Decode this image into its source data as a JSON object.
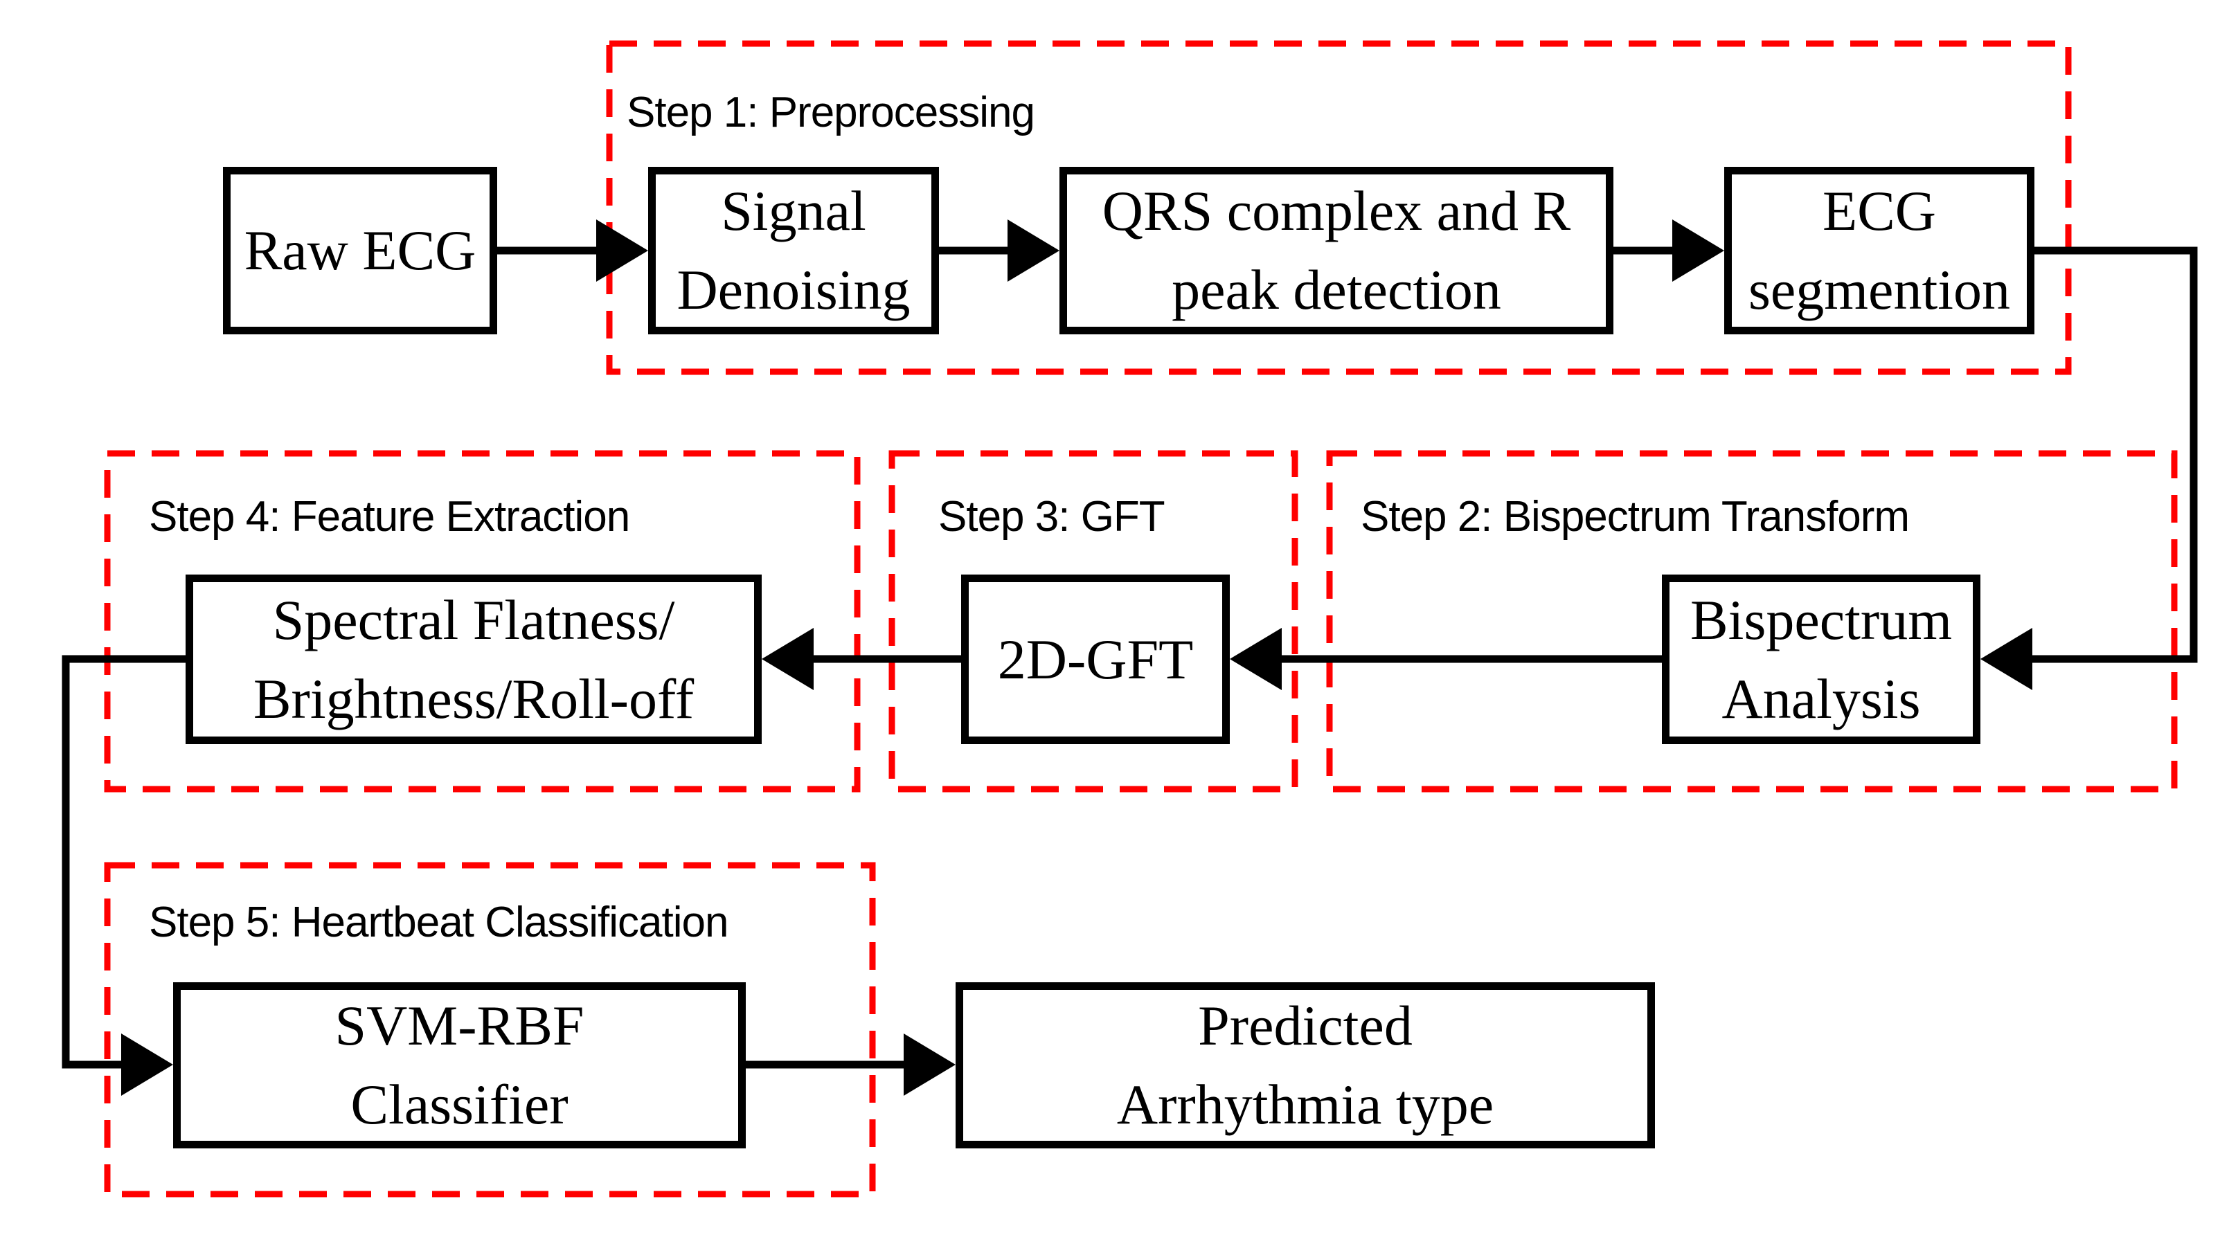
{
  "colors": {
    "background": "#ffffff",
    "box_border": "#000000",
    "dashed_border": "#ff0000",
    "text": "#000000"
  },
  "groups": {
    "step1": {
      "label": "Step 1: Preprocessing"
    },
    "step2": {
      "label": "Step 2: Bispectrum Transform"
    },
    "step3": {
      "label": "Step 3: GFT"
    },
    "step4": {
      "label": "Step 4: Feature Extraction"
    },
    "step5": {
      "label": "Step 5: Heartbeat Classification"
    }
  },
  "nodes": {
    "raw_ecg": {
      "lines": [
        "Raw ECG"
      ]
    },
    "signal_denoising": {
      "lines": [
        "Signal",
        "Denoising"
      ]
    },
    "qrs_detection": {
      "lines": [
        "QRS complex and R",
        "peak detection"
      ]
    },
    "ecg_segmention": {
      "lines": [
        "ECG",
        "segmention"
      ]
    },
    "spectral_features": {
      "lines": [
        "Spectral Flatness/",
        "Brightness/Roll-off"
      ]
    },
    "gft_2d": {
      "lines": [
        "2D-GFT"
      ]
    },
    "bispectrum_analysis": {
      "lines": [
        "Bispectrum",
        "Analysis"
      ]
    },
    "svm_rbf_classifier": {
      "lines": [
        "SVM-RBF",
        "Classifier"
      ]
    },
    "predicted_arrhythmia": {
      "lines": [
        "Predicted",
        "Arrhythmia type"
      ]
    }
  },
  "edges": [
    {
      "from": "raw_ecg",
      "to": "signal_denoising"
    },
    {
      "from": "signal_denoising",
      "to": "qrs_detection"
    },
    {
      "from": "qrs_detection",
      "to": "ecg_segmention"
    },
    {
      "from": "ecg_segmention",
      "to": "bispectrum_analysis"
    },
    {
      "from": "bispectrum_analysis",
      "to": "gft_2d"
    },
    {
      "from": "gft_2d",
      "to": "spectral_features"
    },
    {
      "from": "spectral_features",
      "to": "svm_rbf_classifier"
    },
    {
      "from": "svm_rbf_classifier",
      "to": "predicted_arrhythmia"
    }
  ]
}
